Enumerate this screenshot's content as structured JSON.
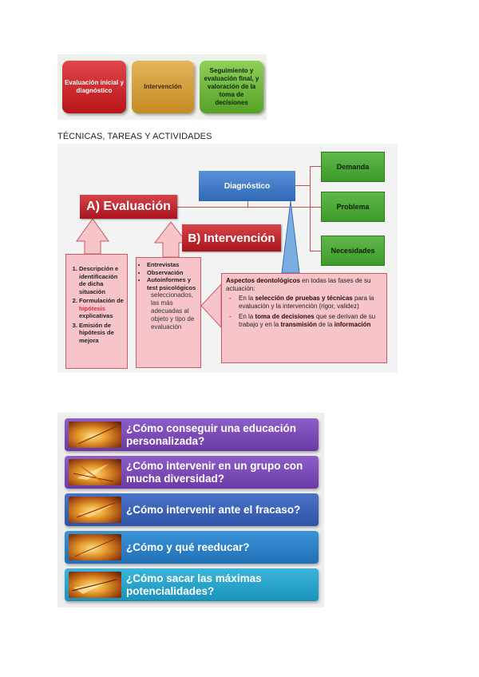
{
  "process": {
    "step1": "Evaluación inicial y diagnóstico",
    "step2": "Intervención",
    "step3": "Seguimiento y evaluación final, y valoración de la toma de decisiones"
  },
  "heading": "TÉCNICAS, TAREAS Y ACTIVIDADES",
  "diagram": {
    "diagnostico": "Diagnóstico",
    "demanda": "Demanda",
    "problema": "Problema",
    "necesidades": "Necesidades",
    "evaluacion": "A) Evaluación",
    "intervencion": "B) Intervención",
    "eval_items": {
      "item1": "Descripción e identificación de dicha situación",
      "item2_pre": "Formulación de ",
      "item2_hl": "hipótesis",
      "item2_post": " explicativas",
      "item3": "Emisión de hipótesis de mejora"
    },
    "tec_items": {
      "item1": "Entrevistas",
      "item2": "Observación",
      "item3": "Autoinformes y test psicológicos",
      "rest": "seleccionados, las más adecuadas al objeto y tipo de evaluación"
    },
    "deonto": {
      "title_bold": "Aspectos deontológicos",
      "title_rest": " en todas las fases de su actuación:",
      "b1_pre": "En la ",
      "b1_bold": "selección de pruebas y técnicas",
      "b1_post": " para la evaluación y la intervención (rigor, validez)",
      "b2_pre": "En la ",
      "b2_bold": "toma de decisiones",
      "b2_mid": " que se derivan de su trabajo y en la ",
      "b2_bold2": "transmisión",
      "b2_post": " de la ",
      "b2_bold3": "información"
    }
  },
  "questions": [
    "¿Cómo conseguir una educación personalizada?",
    "¿Cómo intervenir en un grupo con mucha diversidad?",
    "¿Cómo intervenir ante el fracaso?",
    "¿Cómo y qué reeducar?",
    "¿Cómo sacar las máximas potencialidades?"
  ],
  "colors": {
    "red": "#b81418",
    "orange": "#c58a22",
    "green": "#56a126",
    "blue": "#2f68b8",
    "purple": "#6b3aa6",
    "cyan": "#1a92bd",
    "pink": "#f7c5c9"
  }
}
